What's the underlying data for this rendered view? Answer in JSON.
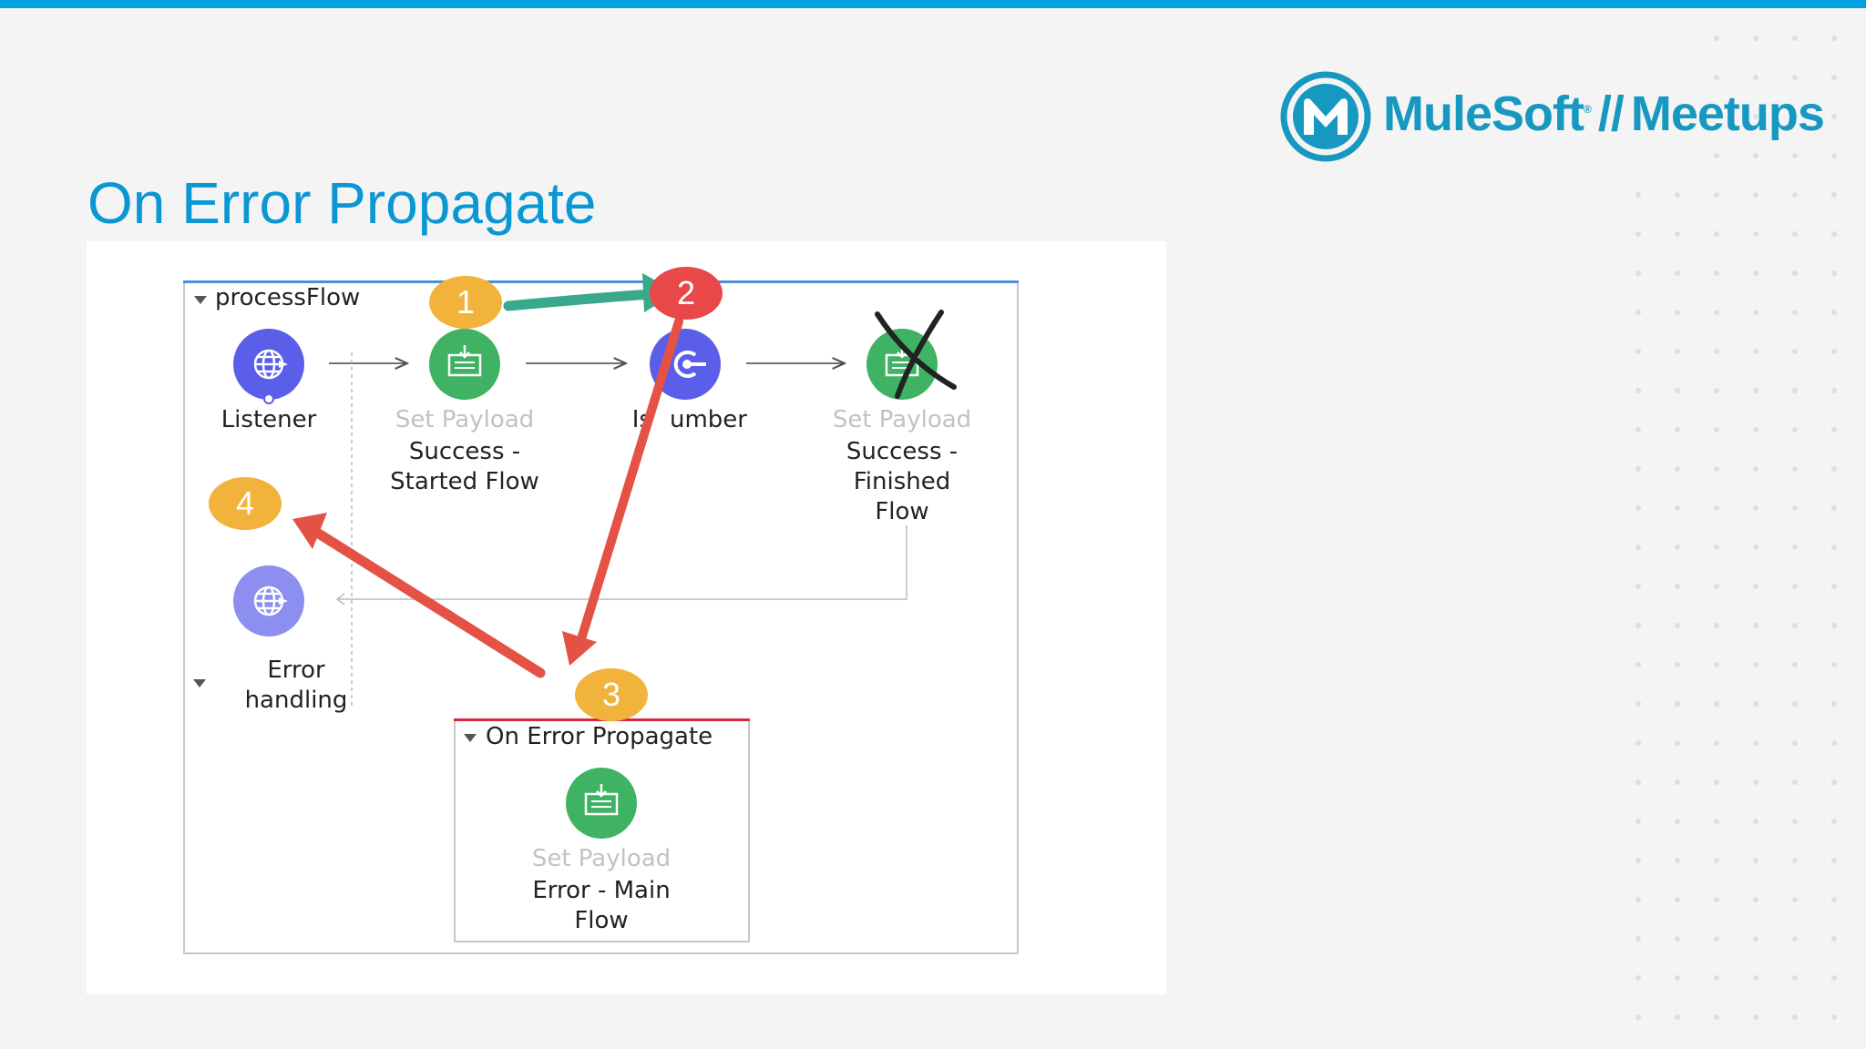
{
  "slide": {
    "title": "On Error Propagate",
    "logo": {
      "brand": "MuleSoft",
      "separator": "//",
      "product": "Meetups",
      "registered": "®"
    }
  },
  "colors": {
    "accent_bar": "#00a1e0",
    "title": "#0b96d4",
    "logo": "#1798c1",
    "node_purple": "#5b5ee8",
    "node_purple_light": "#8c8ff0",
    "node_green": "#3fb363",
    "badge_orange": "#f2b33d",
    "badge_red": "#e84848",
    "arrow_red": "#e35245",
    "arrow_green": "#3aa88a"
  },
  "screenshot": {
    "flow_name": "processFlow",
    "nodes": [
      {
        "id": "listener",
        "icon": "globe-icon",
        "label": [
          "Listener"
        ]
      },
      {
        "id": "set-payload-started",
        "icon": "set-payload-icon",
        "type_label": "Set Payload",
        "label": [
          "Success -",
          "Started Flow"
        ]
      },
      {
        "id": "is-number",
        "icon": "choice-icon",
        "label": [
          "Is",
          "umber"
        ]
      },
      {
        "id": "set-payload-finished",
        "icon": "set-payload-icon",
        "type_label": "Set Payload",
        "label": [
          "Success -",
          "Finished",
          "Flow"
        ]
      }
    ],
    "error_source": {
      "icon": "globe-icon"
    },
    "error_handling_label": [
      "Error",
      "handling"
    ],
    "on_error": {
      "title": "On Error Propagate",
      "node": {
        "icon": "set-payload-icon",
        "type_label": "Set Payload",
        "label": [
          "Error - Main",
          "Flow"
        ]
      }
    },
    "annotations": {
      "badges": [
        "1",
        "2",
        "3",
        "4"
      ],
      "cross_out": "set-payload-finished"
    }
  }
}
